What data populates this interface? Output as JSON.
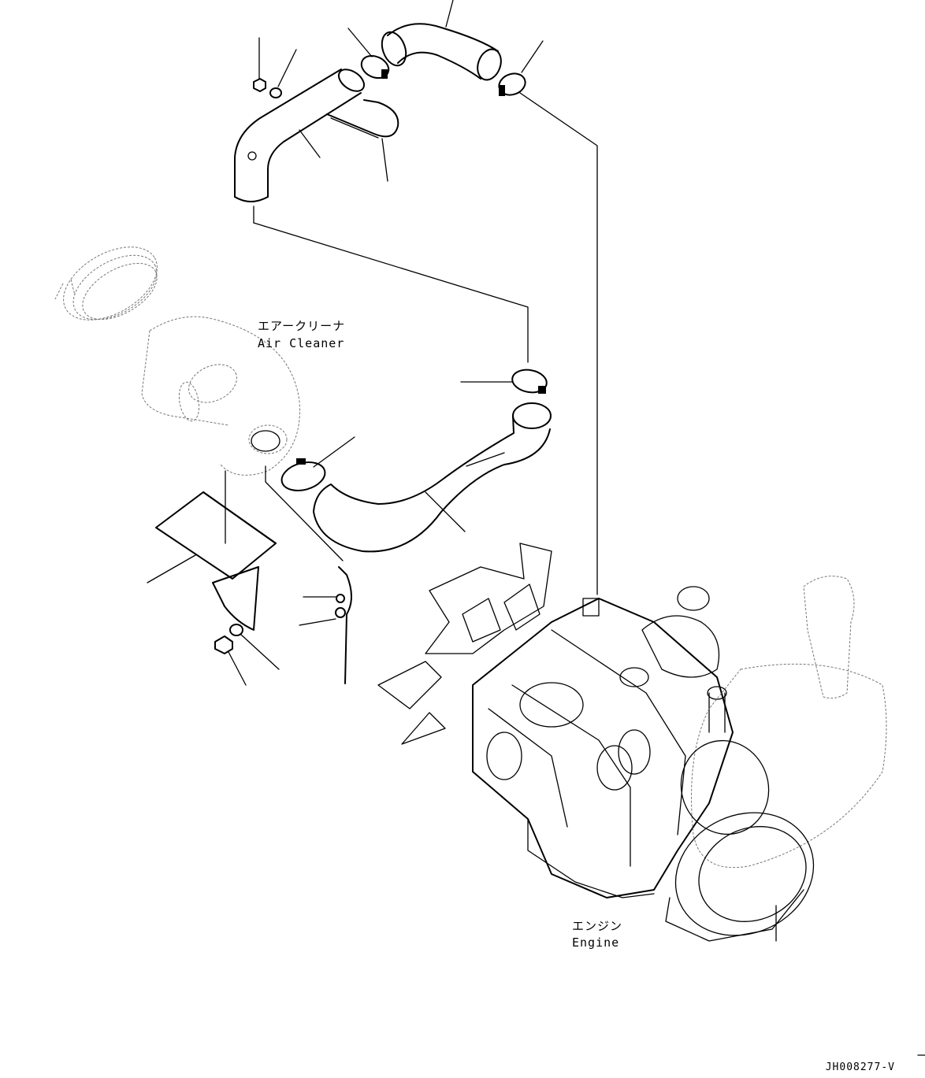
{
  "labels": {
    "air_cleaner_jp": "エアークリーナ",
    "air_cleaner_en": "Air Cleaner",
    "engine_jp": "エンジン",
    "engine_en": "Engine"
  },
  "drawing_code": "JH008277-V"
}
